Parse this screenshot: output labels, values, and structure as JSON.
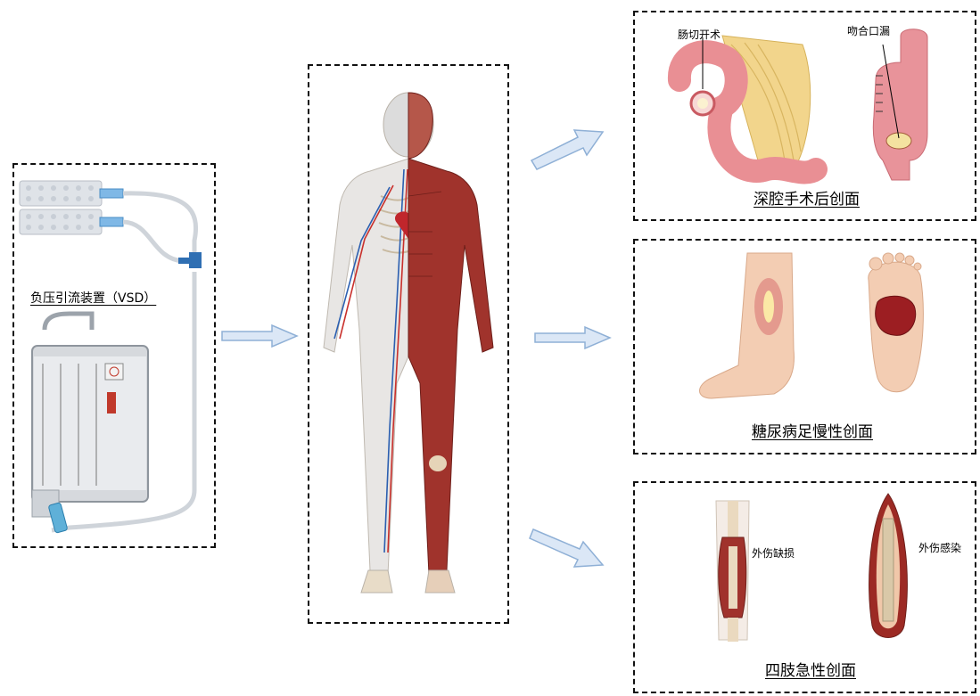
{
  "vsd": {
    "label": "负压引流装置（VSD）"
  },
  "panels": [
    {
      "title": "深腔手术后创面",
      "labels": [
        "肠切开术",
        "吻合口漏"
      ]
    },
    {
      "title": "糖尿病足慢性创面",
      "labels": []
    },
    {
      "title": "四肢急性创面",
      "labels": [
        "外伤缺损",
        "外伤感染"
      ]
    }
  ],
  "colors": {
    "arrow_fill": "#dbe7f6",
    "arrow_stroke": "#8fb0d6",
    "muscle": "#a0332c",
    "skin": "#f1c9ab",
    "tissue": "#e9969a"
  }
}
